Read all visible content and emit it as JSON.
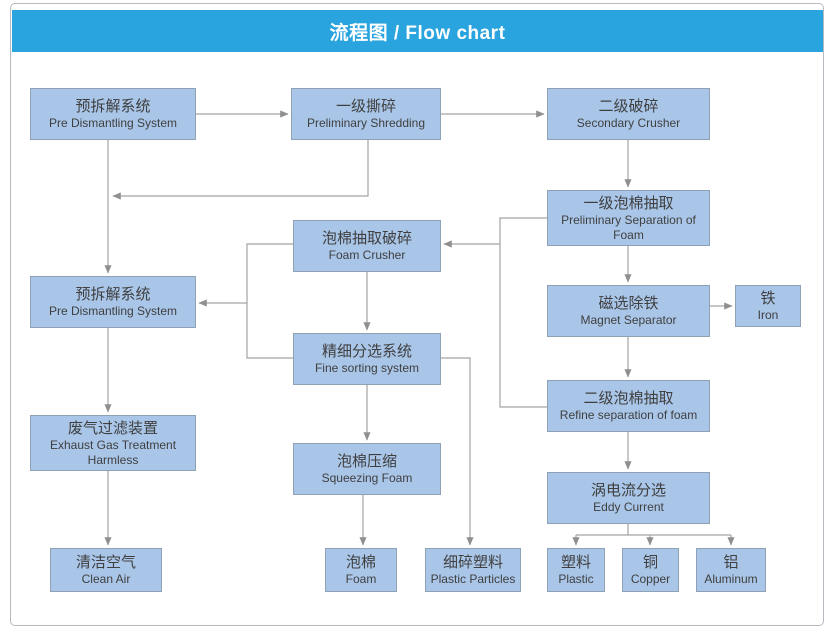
{
  "header": {
    "title": "流程图 / Flow chart"
  },
  "colors": {
    "header_bg": "#29a4de",
    "box_fill": "#a9c6e8",
    "box_border": "#8fa1b5",
    "arrow": "#a3a3a3",
    "text": "#3f3f3f"
  },
  "nodes": [
    {
      "id": "pre-dismantling-1",
      "zh": "预拆解系统",
      "en": "Pre Dismantling System"
    },
    {
      "id": "preliminary-shredding",
      "zh": "一级撕碎",
      "en": "Preliminary Shredding"
    },
    {
      "id": "secondary-crusher",
      "zh": "二级破碎",
      "en": "Secondary Crusher"
    },
    {
      "id": "preliminary-separation-foam",
      "zh": "一级泡棉抽取",
      "en": "Preliminary Separation of Foam"
    },
    {
      "id": "foam-crusher",
      "zh": "泡棉抽取破碎",
      "en": "Foam Crusher"
    },
    {
      "id": "pre-dismantling-2",
      "zh": "预拆解系统",
      "en": "Pre Dismantling System"
    },
    {
      "id": "magnet-separator",
      "zh": "磁选除铁",
      "en": "Magnet Separator"
    },
    {
      "id": "iron",
      "zh": "铁",
      "en": "Iron"
    },
    {
      "id": "fine-sorting",
      "zh": "精细分选系统",
      "en": "Fine sorting system"
    },
    {
      "id": "refine-separation-foam",
      "zh": "二级泡棉抽取",
      "en": "Refine separation of foam"
    },
    {
      "id": "exhaust-gas",
      "zh": "废气过滤装置",
      "en": "Exhaust Gas Treatment Harmless"
    },
    {
      "id": "squeezing-foam",
      "zh": "泡棉压缩",
      "en": "Squeezing Foam"
    },
    {
      "id": "eddy-current",
      "zh": "涡电流分选",
      "en": "Eddy Current"
    },
    {
      "id": "clean-air",
      "zh": "清洁空气",
      "en": "Clean Air"
    },
    {
      "id": "foam",
      "zh": "泡棉",
      "en": "Foam"
    },
    {
      "id": "plastic-particles",
      "zh": "细碎塑料",
      "en": "Plastic Particles"
    },
    {
      "id": "plastic",
      "zh": "塑料",
      "en": "Plastic"
    },
    {
      "id": "copper",
      "zh": "铜",
      "en": "Copper"
    },
    {
      "id": "aluminum",
      "zh": "铝",
      "en": "Aluminum"
    }
  ],
  "edges": [
    {
      "from": "pre-dismantling-1",
      "to": "preliminary-shredding"
    },
    {
      "from": "preliminary-shredding",
      "to": "secondary-crusher"
    },
    {
      "from": "secondary-crusher",
      "to": "preliminary-separation-foam"
    },
    {
      "from": "pre-dismantling-1",
      "to": "pre-dismantling-2"
    },
    {
      "from": "preliminary-shredding",
      "to": "pre-dismantling-2"
    },
    {
      "from": "preliminary-separation-foam",
      "to": "foam-crusher"
    },
    {
      "from": "refine-separation-foam",
      "to": "foam-crusher"
    },
    {
      "from": "foam-crusher",
      "to": "fine-sorting"
    },
    {
      "from": "foam-crusher",
      "to": "pre-dismantling-2"
    },
    {
      "from": "fine-sorting",
      "to": "pre-dismantling-2"
    },
    {
      "from": "pre-dismantling-2",
      "to": "exhaust-gas"
    },
    {
      "from": "exhaust-gas",
      "to": "clean-air"
    },
    {
      "from": "fine-sorting",
      "to": "squeezing-foam"
    },
    {
      "from": "squeezing-foam",
      "to": "foam"
    },
    {
      "from": "fine-sorting",
      "to": "plastic-particles"
    },
    {
      "from": "preliminary-separation-foam",
      "to": "magnet-separator"
    },
    {
      "from": "magnet-separator",
      "to": "iron"
    },
    {
      "from": "magnet-separator",
      "to": "refine-separation-foam"
    },
    {
      "from": "refine-separation-foam",
      "to": "eddy-current"
    },
    {
      "from": "eddy-current",
      "to": "plastic"
    },
    {
      "from": "eddy-current",
      "to": "copper"
    },
    {
      "from": "eddy-current",
      "to": "aluminum"
    }
  ]
}
